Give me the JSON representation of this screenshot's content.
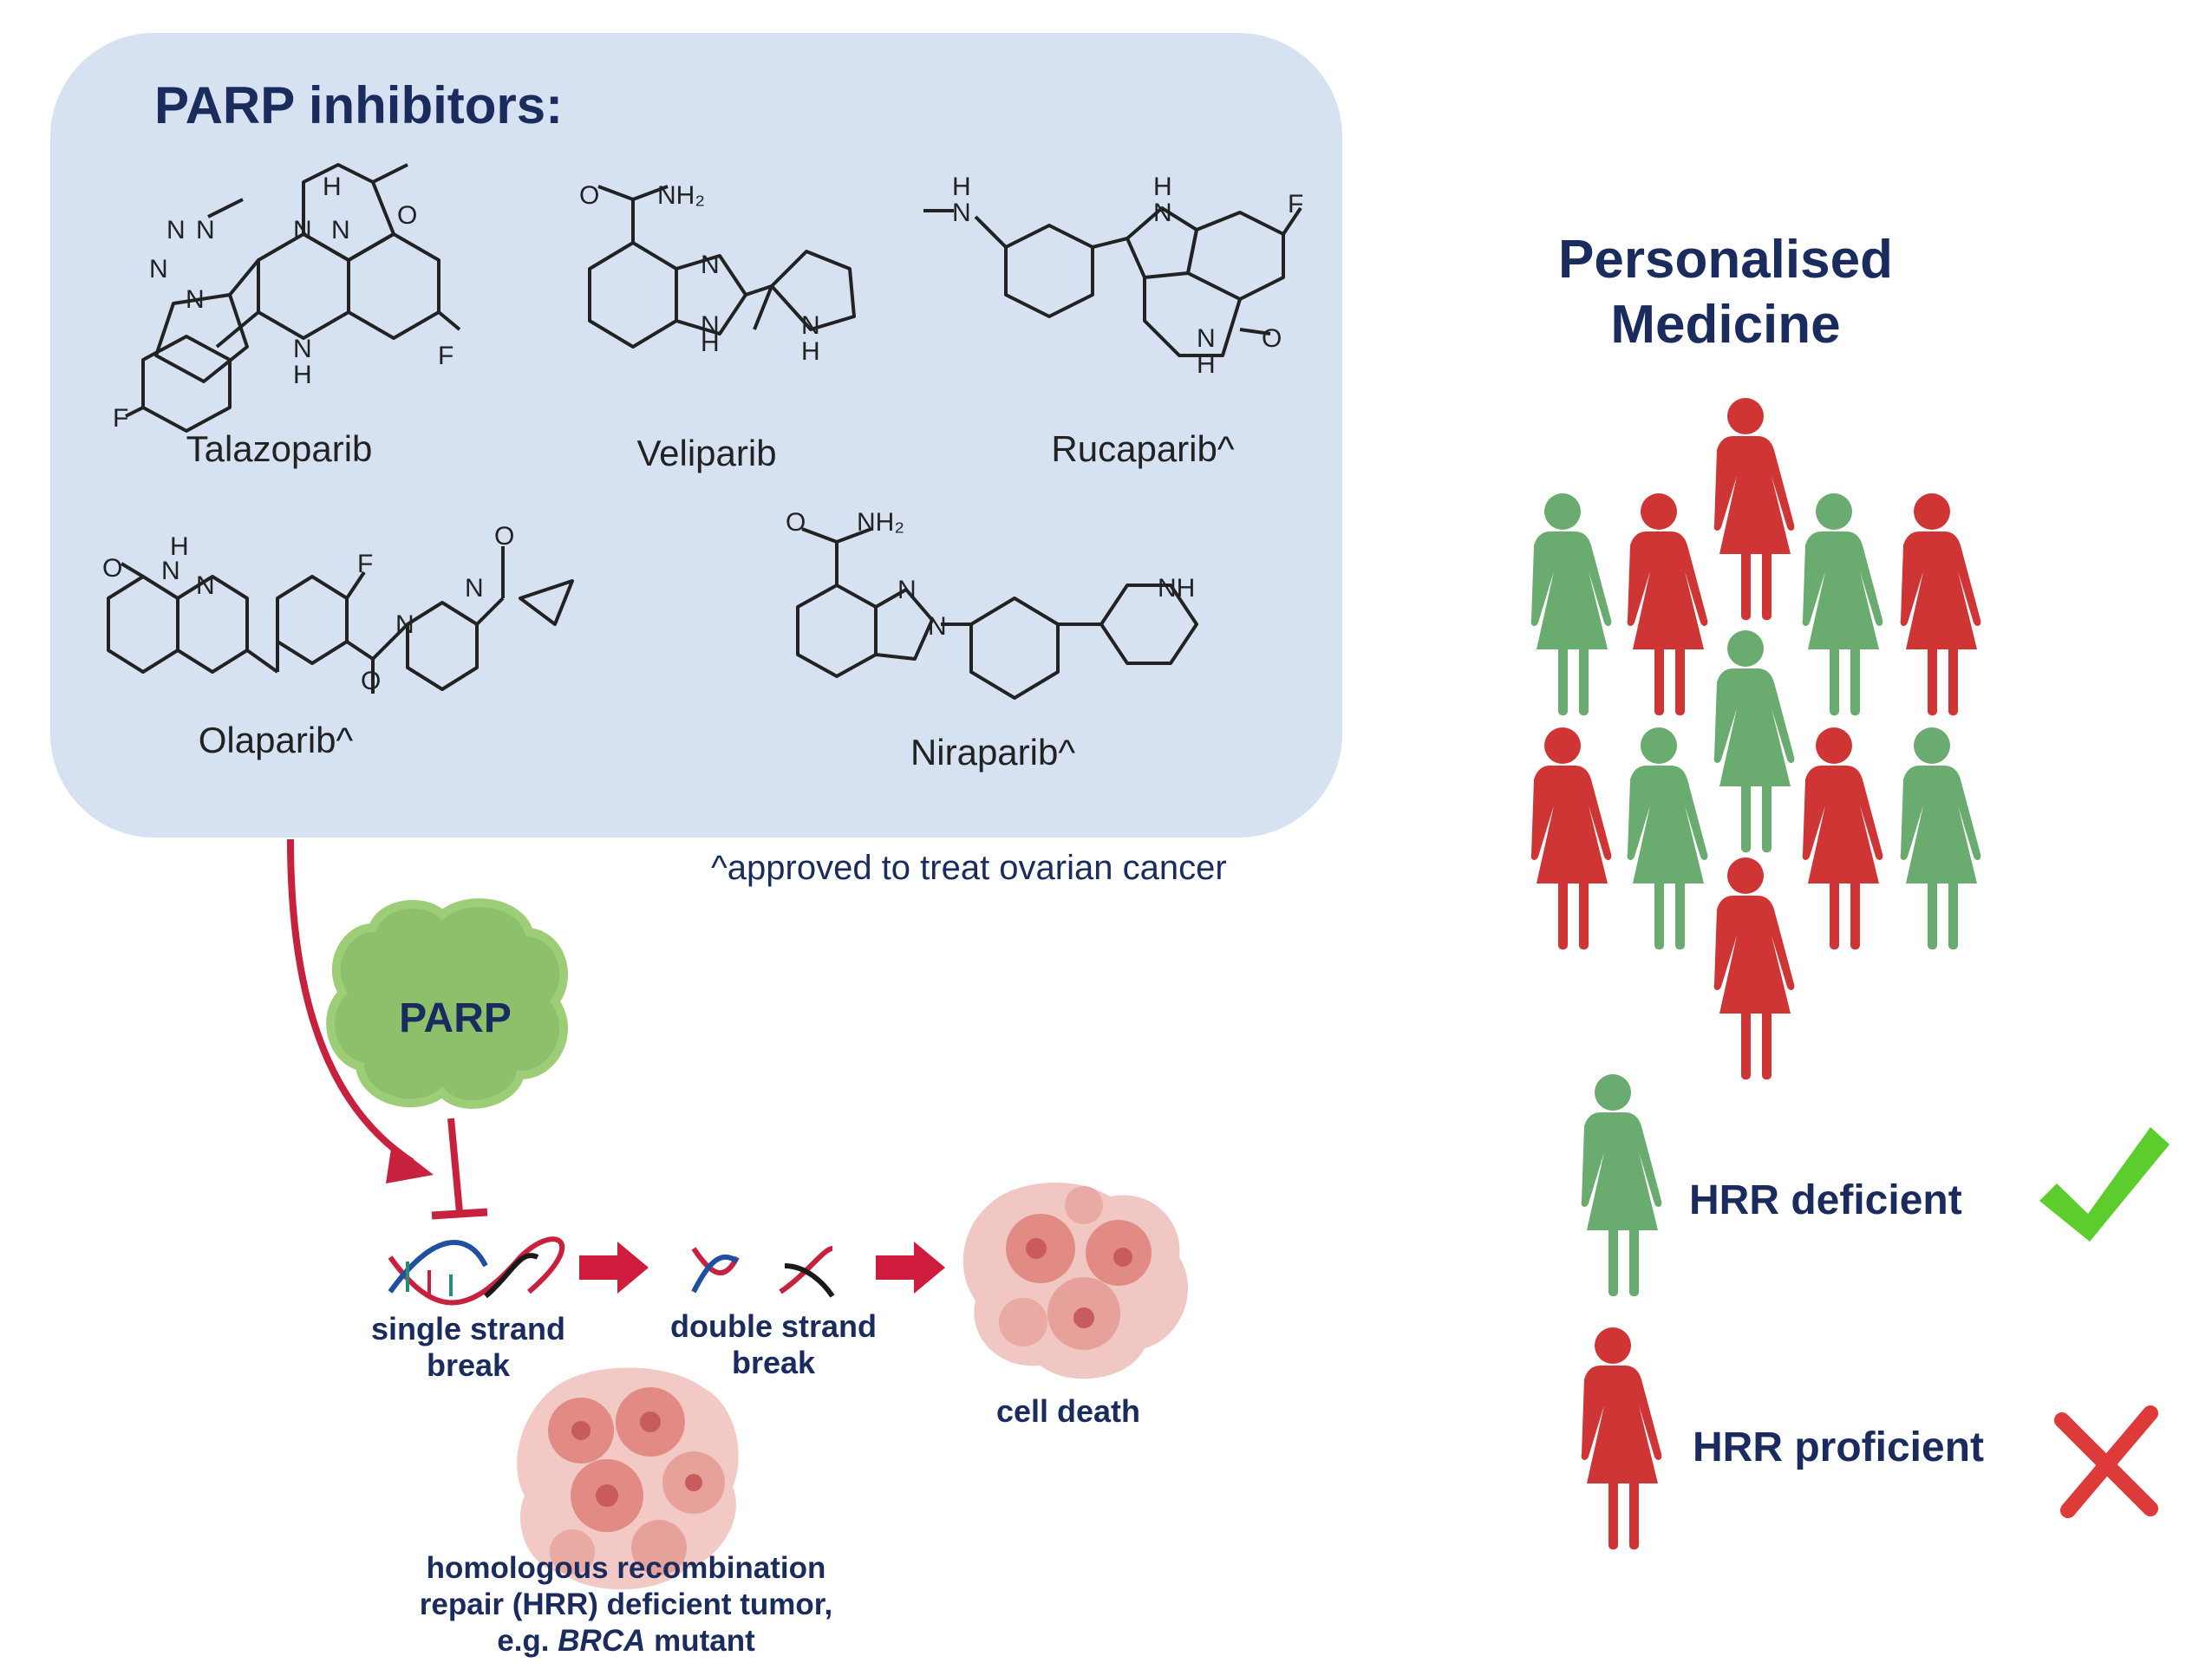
{
  "panel": {
    "title": "PARP inhibitors:",
    "drugs": [
      {
        "name": "Talazoparib"
      },
      {
        "name": "Veliparib"
      },
      {
        "name": "Rucaparib^"
      },
      {
        "name": "Olaparib^"
      },
      {
        "name": "Niraparib^"
      }
    ],
    "footnote": "^approved to treat ovarian cancer"
  },
  "atoms": {
    "N": "N",
    "NH": "NH",
    "H": "H",
    "O": "O",
    "F": "F",
    "NH2": "NH₂"
  },
  "pathway": {
    "enzyme_label": "PARP",
    "steps": [
      {
        "line1": "single strand",
        "line2": "break"
      },
      {
        "line1": "double strand",
        "line2": "break"
      },
      {
        "line1": "cell death"
      }
    ],
    "tumor_caption": {
      "line1": "homologous recombination",
      "line2": "repair (HRR) deficient tumor,",
      "line3_prefix": "e.g.",
      "line3_italic": "BRCA",
      "line3_suffix": "mutant"
    }
  },
  "personalised": {
    "title_line1": "Personalised",
    "title_line2": "Medicine",
    "legend": [
      {
        "label": "HRR deficient",
        "mark": "check-icon"
      },
      {
        "label": "HRR proficient",
        "mark": "cross-icon"
      }
    ]
  },
  "colors": {
    "panel_bg": "#d6e1f1",
    "title_navy": "#1a2b5e",
    "person_green": "#6aab6f",
    "person_red": "#cf3535",
    "arrow_red": "#c8213e",
    "parp_green": "#8dc06a",
    "check_green": "#5ccd2c",
    "cross_red": "#df3a3a",
    "tumor_pink": "#e28a84"
  }
}
